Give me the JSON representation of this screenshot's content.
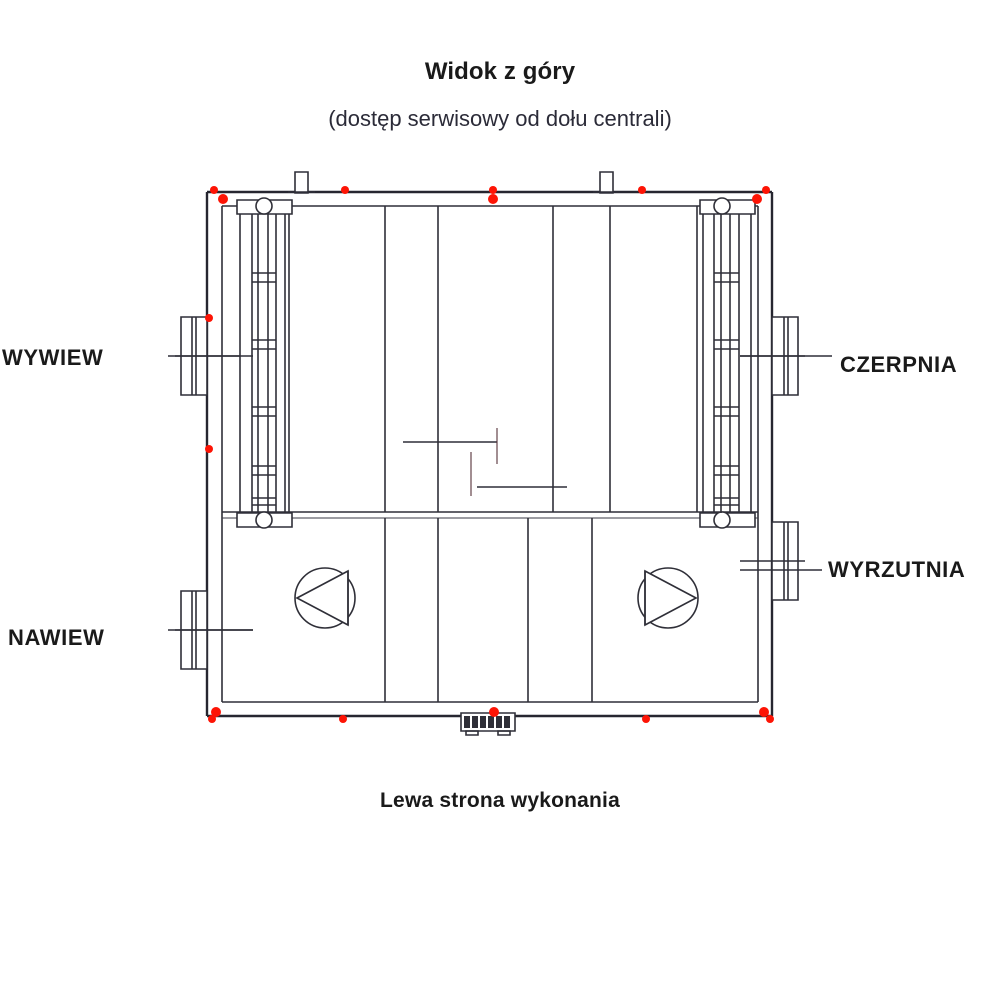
{
  "document": {
    "title": "Widok z góry",
    "subtitle": "(dostęp serwisowy od dołu centrali)",
    "footer_caption": "Lewa strona wykonania",
    "language": "pl"
  },
  "diagram": {
    "type": "air-handling-unit-top-view",
    "description": "Rzut z góry centrali wentylacyjnej z rekuperatorem",
    "orientation": "Lewa strona wykonania",
    "ports": [
      {
        "id": "wywiew",
        "label": "WYWIEW",
        "side": "left",
        "position": "upper",
        "leader": true
      },
      {
        "id": "nawiew",
        "label": "NAWIEW",
        "side": "left",
        "position": "lower",
        "leader": true
      },
      {
        "id": "czerpnia",
        "label": "CZERPNIA",
        "side": "right",
        "position": "upper",
        "leader": true
      },
      {
        "id": "wyrzutnia",
        "label": "WYRZUTNIA",
        "side": "right",
        "position": "lower",
        "leader": true
      }
    ],
    "components": [
      {
        "id": "filter-left",
        "kind": "filter-section",
        "side": "left"
      },
      {
        "id": "filter-right",
        "kind": "filter-section",
        "side": "right"
      },
      {
        "id": "fan-left",
        "kind": "fan",
        "side": "left",
        "symbol": "triangle-left"
      },
      {
        "id": "fan-right",
        "kind": "fan",
        "side": "right",
        "symbol": "triangle-right"
      },
      {
        "id": "heat-exchanger",
        "kind": "counterflow-exchanger",
        "side": "center"
      },
      {
        "id": "terminal-block",
        "kind": "electrical-connector",
        "side": "bottom-center"
      },
      {
        "id": "nozzle-left",
        "kind": "drain-nozzle",
        "side": "top"
      },
      {
        "id": "nozzle-right",
        "kind": "drain-nozzle",
        "side": "top"
      }
    ],
    "mounting_points": {
      "marker": "red-dot",
      "color": "#fd1405",
      "count": 14
    }
  },
  "colors": {
    "line": "#2f2f38",
    "line_thin": "#3a3a44",
    "line_heavy": "#262630",
    "marker": "#fd1405",
    "text": "#1a1a1a",
    "subtitle_text": "#2b2b38",
    "background": "#ffffff"
  }
}
